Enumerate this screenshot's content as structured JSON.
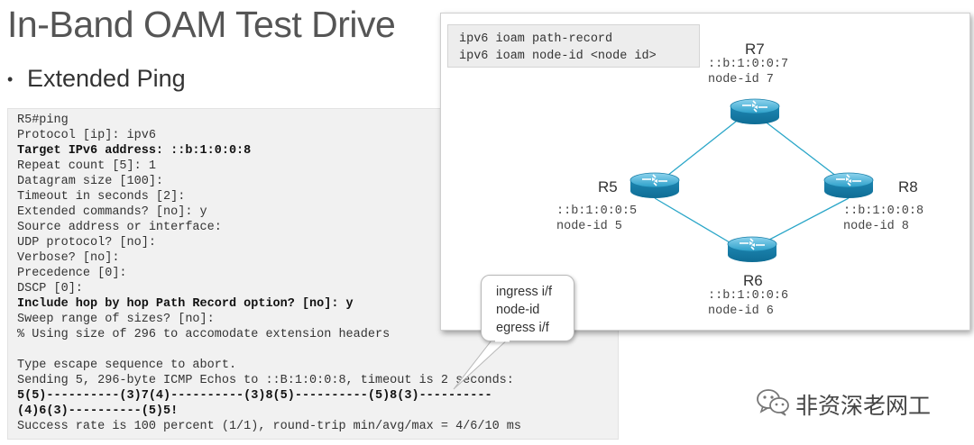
{
  "title": "In-Band OAM Test Drive",
  "bullet": {
    "symbol": "•",
    "text": "Extended Ping"
  },
  "console": {
    "lines": [
      {
        "text": "R5#ping",
        "bold": false
      },
      {
        "text": "Protocol [ip]: ipv6",
        "bold": false
      },
      {
        "text": "Target IPv6 address: ::b:1:0:0:8",
        "bold": true
      },
      {
        "text": "Repeat count [5]: 1",
        "bold": false
      },
      {
        "text": "Datagram size [100]:",
        "bold": false
      },
      {
        "text": "Timeout in seconds [2]:",
        "bold": false
      },
      {
        "text": "Extended commands? [no]: y",
        "bold": false
      },
      {
        "text": "Source address or interface:",
        "bold": false
      },
      {
        "text": "UDP protocol? [no]:",
        "bold": false
      },
      {
        "text": "Verbose? [no]:",
        "bold": false
      },
      {
        "text": "Precedence [0]:",
        "bold": false
      },
      {
        "text": "DSCP [0]:",
        "bold": false
      },
      {
        "text": "Include hop by hop Path Record option? [no]: y",
        "bold": true
      },
      {
        "text": "Sweep range of sizes? [no]:",
        "bold": false
      },
      {
        "text": "% Using size of 296 to accomodate extension headers",
        "bold": false
      },
      {
        "text": "",
        "bold": false
      },
      {
        "text": "Type escape sequence to abort.",
        "bold": false
      },
      {
        "text": "Sending 5, 296-byte ICMP Echos to ::B:1:0:0:8, timeout is 2 seconds:",
        "bold": false
      },
      {
        "text": "5(5)----------(3)7(4)----------(3)8(5)----------(5)8(3)----------",
        "bold": true
      },
      {
        "text": "(4)6(3)----------(5)5!",
        "bold": true
      },
      {
        "text": "Success rate is 100 percent (1/1), round-trip min/avg/max = 4/6/10 ms",
        "bold": false
      }
    ]
  },
  "diagram": {
    "commands": [
      "ipv6 ioam path-record",
      "ipv6 ioam node-id <node id>"
    ],
    "routers": {
      "r7": {
        "name": "R7",
        "address": "::b:1:0:0:7",
        "node_id": "node-id 7"
      },
      "r5": {
        "name": "R5",
        "address": "::b:1:0:0:5",
        "node_id": "node-id 5"
      },
      "r8": {
        "name": "R8",
        "address": "::b:1:0:0:8",
        "node_id": "node-id 8"
      },
      "r6": {
        "name": "R6",
        "address": "::b:1:0:0:6",
        "node_id": "node-id 6"
      }
    },
    "link_color": "#2aa6c8",
    "router_color": "#2b9fc9"
  },
  "callout": {
    "lines": [
      "ingress i/f",
      "node-id",
      "egress i/f"
    ]
  },
  "watermark": {
    "text": "非资深老网工"
  }
}
